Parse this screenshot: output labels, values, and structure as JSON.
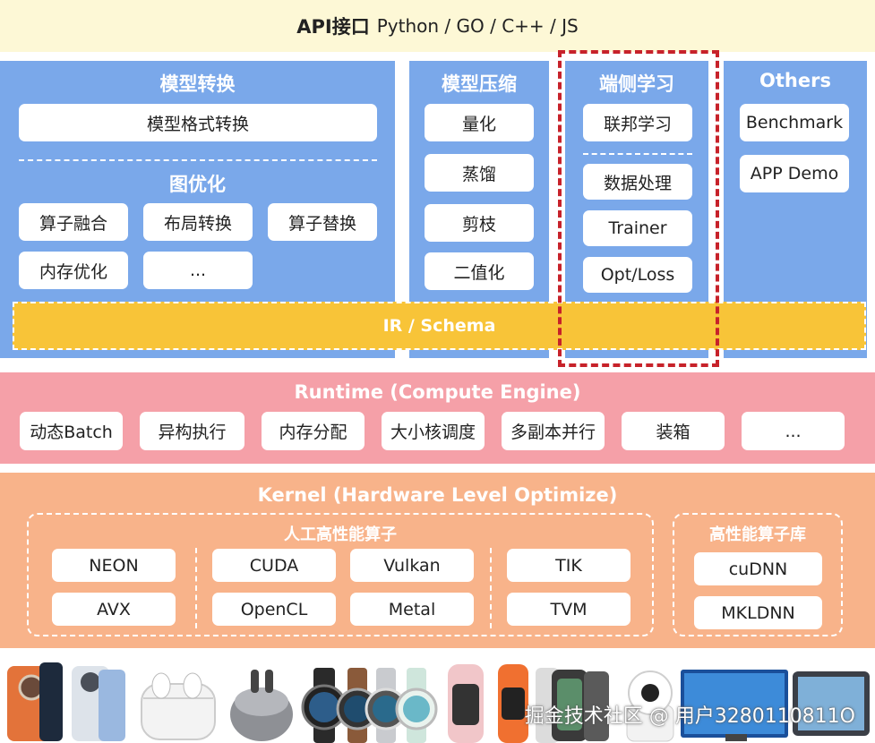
{
  "api": {
    "label": "API接口",
    "languages": "Python / GO / C++ / JS"
  },
  "conversion": {
    "title": "模型转换",
    "format_button": "模型格式转换",
    "graph_title": "图优化",
    "graph_items": [
      "算子融合",
      "布局转换",
      "算子替换",
      "内存优化",
      "..."
    ]
  },
  "compression": {
    "title": "模型压缩",
    "items": [
      "量化",
      "蒸馏",
      "剪枝",
      "二值化"
    ]
  },
  "edge": {
    "title": "端侧学习",
    "items": [
      "联邦学习",
      "数据处理",
      "Trainer",
      "Opt/Loss"
    ]
  },
  "others": {
    "title": "Others",
    "items": [
      "Benchmark",
      "APP Demo"
    ]
  },
  "ir": {
    "label": "IR / Schema"
  },
  "runtime": {
    "title": "Runtime (Compute Engine)",
    "items": [
      "动态Batch",
      "异构执行",
      "内存分配",
      "大小核调度",
      "多副本并行",
      "装箱",
      "..."
    ]
  },
  "kernel": {
    "title": "Kernel (Hardware Level Optimize)",
    "manual_title": "人工高性能算子",
    "manual_items": [
      "NEON",
      "AVX",
      "CUDA",
      "OpenCL",
      "Vulkan",
      "Metal",
      "TIK",
      "TVM"
    ],
    "library_title": "高性能算子库",
    "library_items": [
      "cuDNN",
      "MKLDNN"
    ]
  },
  "devices": [
    "phone-icon",
    "phone-icon",
    "earbuds-icon",
    "earbuds-icon",
    "smartwatch-icon",
    "smartwatch-icon",
    "smartwatch-icon",
    "smartwatch-icon",
    "fitness-band-icon",
    "fitness-band-icon",
    "smartwatch-icon",
    "camera-icon",
    "tv-icon",
    "tablet-icon"
  ],
  "watermark": "掘金技术社区 @ 用户3280110811O"
}
